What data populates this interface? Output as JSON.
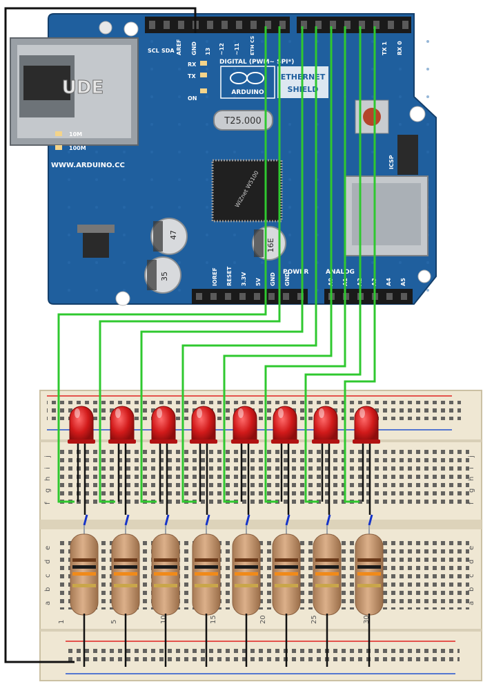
{
  "colors": {
    "board": "#1f5f9e",
    "board_dark": "#143f6b",
    "header": "#1a1a1a",
    "wire_green": "#2fc82f",
    "wire_black": "#111111",
    "wire_blue": "#1533c9",
    "breadboard": "#efe7d3",
    "led_red": "#d11a1a",
    "resistor_body": "#c89870",
    "rail_red": "#e02020",
    "rail_blue": "#2050d0"
  },
  "shield": {
    "digital_label": "DIGITAL (PWM~ SPI*)",
    "ethernet_line1": "ETHERNET",
    "ethernet_line2": "SHIELD",
    "brand": "ARDUINO",
    "website": "WWW.ARDUINO.CC",
    "pin_labels_top": [
      "SCL",
      "SDA",
      "AREF",
      "GND",
      "13",
      "~12",
      "~11",
      "ETH CS",
      "TX 1",
      "RX 0"
    ],
    "led_labels": [
      "RX",
      "TX",
      "ON"
    ],
    "link_labels": [
      "10M",
      "100M"
    ],
    "crystal": "T25.000",
    "chip_label": "WIZnet W5100",
    "capacitor_labels": [
      "47",
      "35",
      "16E"
    ],
    "power_label": "POWER",
    "analog_label": "ANALOG",
    "power_pins": [
      "IOREF",
      "RESET",
      "3.3V",
      "5V",
      "GND",
      "GND"
    ],
    "analog_pins": [
      "A0",
      "A1",
      "A2",
      "A3",
      "A4",
      "A5"
    ],
    "icsp": "ICSP",
    "rj45_brand": "UDE"
  },
  "breadboard": {
    "row_letters_top": [
      "j",
      "i",
      "h",
      "g",
      "f"
    ],
    "row_letters_bottom": [
      "e",
      "d",
      "c",
      "b",
      "a"
    ],
    "col_numbers": [
      "1",
      "5",
      "10",
      "15",
      "20",
      "25",
      "30"
    ]
  },
  "circuit": {
    "led_count": 8,
    "resistor_count": 8
  }
}
